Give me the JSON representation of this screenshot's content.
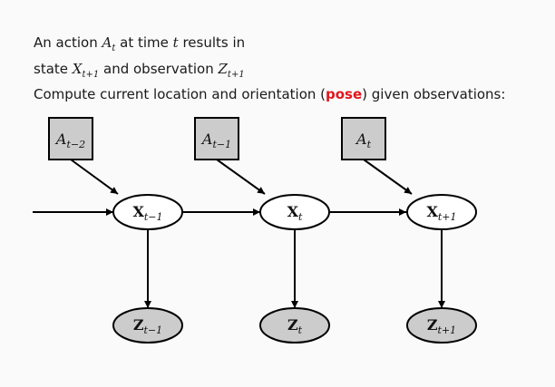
{
  "text": {
    "line1_a": "An action ",
    "line1_var": "A",
    "line1_sub": "t",
    "line1_b": " at time ",
    "line1_t": "t",
    "line1_c": " results in",
    "line2_a": "state ",
    "line2_var1": "X",
    "line2_sub1": "t+1",
    "line2_b": " and observation ",
    "line2_var2": "Z",
    "line2_sub2": "t+1",
    "line3_a": "Compute current location and orientation (",
    "line3_pose": "pose",
    "line3_b": ") given observations:"
  },
  "diagram": {
    "actions": [
      {
        "base": "A",
        "sub": "t−2"
      },
      {
        "base": "A",
        "sub": "t−1"
      },
      {
        "base": "A",
        "sub": "t"
      }
    ],
    "states": [
      {
        "base": "X",
        "sub": "t−1"
      },
      {
        "base": "X",
        "sub": "t"
      },
      {
        "base": "X",
        "sub": "t+1"
      }
    ],
    "observations": [
      {
        "base": "Z",
        "sub": "t−1"
      },
      {
        "base": "Z",
        "sub": "t"
      },
      {
        "base": "Z",
        "sub": "t+1"
      }
    ],
    "colors": {
      "action_fill": "#cccccc",
      "state_fill": "#ffffff",
      "observation_fill": "#cccccc",
      "highlight": "#e0161c"
    }
  }
}
